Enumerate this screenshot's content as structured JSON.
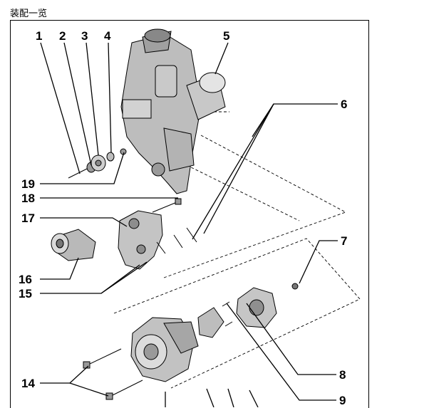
{
  "page": {
    "title": "装配一览"
  },
  "callouts": [
    {
      "id": "1",
      "label": "1"
    },
    {
      "id": "2",
      "label": "2"
    },
    {
      "id": "3",
      "label": "3"
    },
    {
      "id": "4",
      "label": "4"
    },
    {
      "id": "5",
      "label": "5"
    },
    {
      "id": "6",
      "label": "6"
    },
    {
      "id": "7",
      "label": "7"
    },
    {
      "id": "8",
      "label": "8"
    },
    {
      "id": "9",
      "label": "9"
    },
    {
      "id": "14",
      "label": "14"
    },
    {
      "id": "15",
      "label": "15"
    },
    {
      "id": "16",
      "label": "16"
    },
    {
      "id": "17",
      "label": "17"
    },
    {
      "id": "18",
      "label": "18"
    },
    {
      "id": "19",
      "label": "19"
    }
  ],
  "colors": {
    "ink": "#000000",
    "metal_light": "#d8d8d8",
    "metal_mid": "#a8a8a8",
    "metal_dark": "#6e6e6e",
    "paper": "#ffffff"
  }
}
